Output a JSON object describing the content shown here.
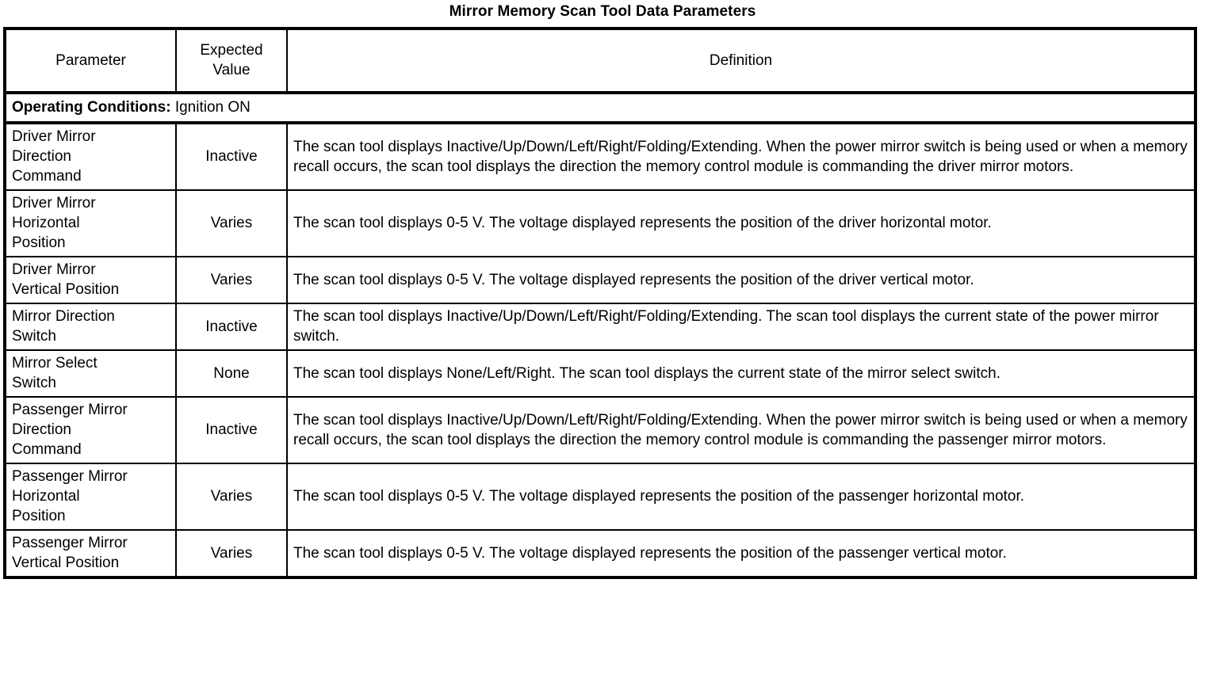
{
  "title": "Mirror Memory Scan Tool Data Parameters",
  "table": {
    "headers": {
      "parameter": "Parameter",
      "expected_value": "Expected Value",
      "expected_value_line1": "Expected",
      "expected_value_line2": "Value",
      "definition": "Definition"
    },
    "operating_conditions": {
      "label": "Operating Conditions:",
      "value": " Ignition ON"
    },
    "rows": [
      {
        "parameter": "Driver Mirror Direction Command",
        "parameter_lines": [
          "Driver Mirror",
          "Direction",
          "Command"
        ],
        "expected_value": "Inactive",
        "definition": "The scan tool displays Inactive/Up/Down/Left/Right/Folding/Extending. When the power mirror switch is being used or when a memory recall occurs, the scan tool displays the direction the memory control module is commanding the driver mirror motors."
      },
      {
        "parameter": "Driver Mirror Horizontal Position",
        "parameter_lines": [
          "Driver Mirror",
          "Horizontal",
          "Position"
        ],
        "expected_value": "Varies",
        "definition": "The scan tool displays 0-5 V. The voltage displayed represents the position of the driver horizontal motor."
      },
      {
        "parameter": "Driver Mirror Vertical Position",
        "parameter_lines": [
          "Driver Mirror",
          "Vertical Position"
        ],
        "expected_value": "Varies",
        "definition": "The scan tool displays 0-5 V. The voltage displayed represents the position of the driver vertical motor."
      },
      {
        "parameter": "Mirror Direction Switch",
        "parameter_lines": [
          "Mirror Direction",
          "Switch"
        ],
        "expected_value": "Inactive",
        "definition": "The scan tool displays Inactive/Up/Down/Left/Right/Folding/Extending. The scan tool displays the current state of the power mirror switch."
      },
      {
        "parameter": "Mirror Select Switch",
        "parameter_lines": [
          "Mirror Select",
          "Switch"
        ],
        "expected_value": "None",
        "definition": "The scan tool displays None/Left/Right. The scan tool displays the current state of the mirror select switch."
      },
      {
        "parameter": "Passenger Mirror Direction Command",
        "parameter_lines": [
          "Passenger Mirror",
          "Direction",
          "Command"
        ],
        "expected_value": "Inactive",
        "definition": "The scan tool displays Inactive/Up/Down/Left/Right/Folding/Extending. When the power mirror switch is being used or when a memory recall occurs, the scan tool displays the direction the memory control module is commanding the passenger mirror motors."
      },
      {
        "parameter": "Passenger Mirror Horizontal Position",
        "parameter_lines": [
          "Passenger Mirror",
          "Horizontal",
          "Position"
        ],
        "expected_value": "Varies",
        "definition": "The scan tool displays 0-5 V. The voltage displayed represents the position of the passenger horizontal motor."
      },
      {
        "parameter": "Passenger Mirror Vertical Position",
        "parameter_lines": [
          "Passenger Mirror",
          "Vertical Position"
        ],
        "expected_value": "Varies",
        "definition": "The scan tool displays 0-5 V. The voltage displayed represents the position of the passenger vertical motor."
      }
    ]
  },
  "colors": {
    "text": "#000000",
    "background": "#ffffff",
    "border": "#000000"
  }
}
